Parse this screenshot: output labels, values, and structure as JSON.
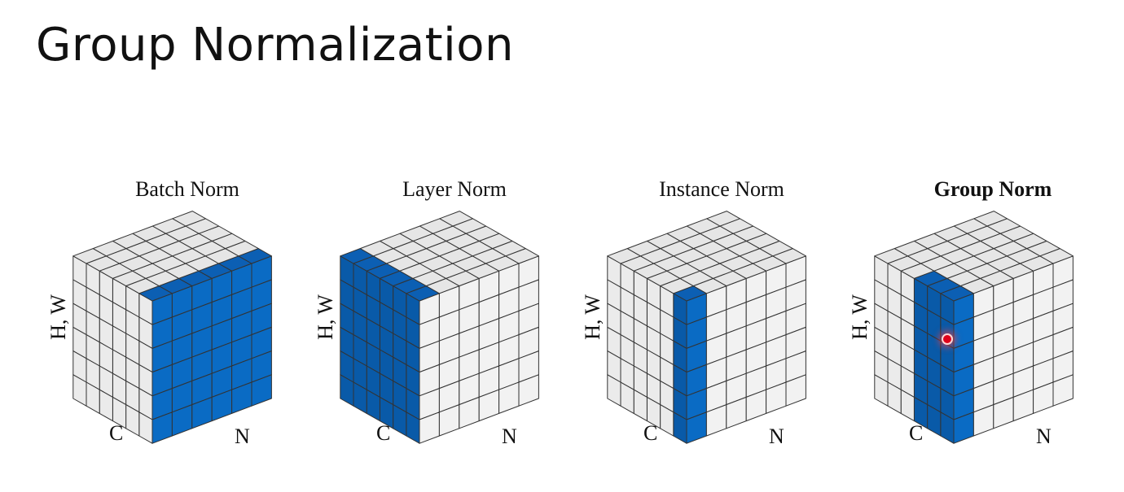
{
  "slide": {
    "title": "Group Normalization"
  },
  "diagrams": [
    {
      "label": "Batch Norm",
      "bold": false,
      "axis_hw": "H, W",
      "axis_c": "C",
      "axis_n": "N",
      "highlight": "batch"
    },
    {
      "label": "Layer Norm",
      "bold": false,
      "axis_hw": "H, W",
      "axis_c": "C",
      "axis_n": "N",
      "highlight": "layer"
    },
    {
      "label": "Instance Norm",
      "bold": false,
      "axis_hw": "H, W",
      "axis_c": "C",
      "axis_n": "N",
      "highlight": "instance"
    },
    {
      "label": "Group Norm",
      "bold": true,
      "axis_hw": "H, W",
      "axis_c": "C",
      "axis_n": "N",
      "highlight": "group"
    }
  ],
  "colors": {
    "highlight_top": "#0c5fb3",
    "highlight_face": "#0a6bc4",
    "highlight_side": "#095aa8",
    "face_light": "#f2f2f2",
    "face_top": "#e6e6e6",
    "face_side": "#ebebeb",
    "grid_line": "#333333"
  },
  "cursor": {
    "visible": true
  }
}
